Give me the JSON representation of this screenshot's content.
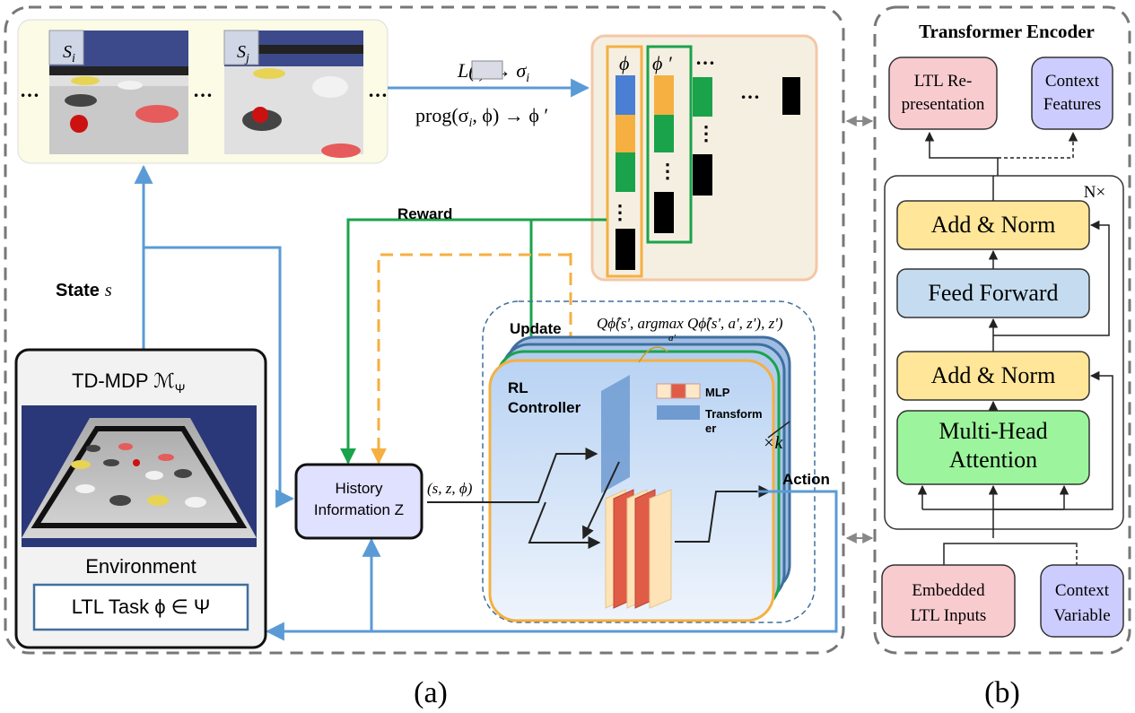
{
  "transformer_encoder": {
    "title": "Transformer Encoder",
    "ltl_representation": [
      "LTL Re-",
      "presentation"
    ],
    "context_features": [
      "Context",
      "Features"
    ],
    "n_times": "N×",
    "add_norm_top": "Add & Norm",
    "feed_forward": "Feed Forward",
    "add_norm_bottom": "Add & Norm",
    "multi_head_attention": [
      "Multi-Head",
      "Attention"
    ],
    "embedded_ltl_inputs": [
      "Embedded",
      "LTL Inputs"
    ],
    "context_variable": [
      "Context",
      "Variable"
    ]
  },
  "main": {
    "state_top_left": "S",
    "state_top_left_sub": "i",
    "state_top_right": "S",
    "state_top_right_sub": "j",
    "ellipsis": "…",
    "labelling_eq": "L(  ) → σ",
    "labelling_sub": "i",
    "prog_eq": "prog(σ",
    "prog_eq_rest": ", ϕ) → ϕ ′",
    "phi": "ϕ",
    "phi_prime": "ϕ ′",
    "vdots": "⋮",
    "reward": "Reward",
    "state_label": "State",
    "state_var": "s",
    "update": "Update",
    "q_formula": "Qϕ̂(s', argmax Qϕ̂(s', a', z'), z')",
    "q_sub": "a'",
    "rl_controller": [
      "RL",
      "Controller"
    ],
    "mlp_legend": "MLP",
    "transformer_legend": [
      "Transform",
      "er"
    ],
    "times_k": "×k",
    "action": "Action",
    "history_info": [
      "History",
      "Information Z"
    ],
    "tuple": "(s, z, ϕ)",
    "td_mdp": "TD-MDP ℳ",
    "td_mdp_sub": "Ψ",
    "environment": "Environment",
    "ltl_task": "LTL Task ϕ ∈ Ψ",
    "caption_a": "(a)",
    "caption_b": "(b)"
  },
  "colors": {
    "blue_arrow": "#5b9bd5",
    "green_arrow": "#1aa34a",
    "orange_dash": "#f5b041",
    "ltl_pink": "#f8cbcf",
    "context_lavender": "#ccccff",
    "add_norm_yellow": "#ffe699",
    "feed_forward_blue": "#c5dcf0",
    "mha_green": "#9cf59c",
    "seq_blue": "#4a7fd4",
    "seq_orange": "#f5b041",
    "seq_green": "#1aa34a"
  }
}
